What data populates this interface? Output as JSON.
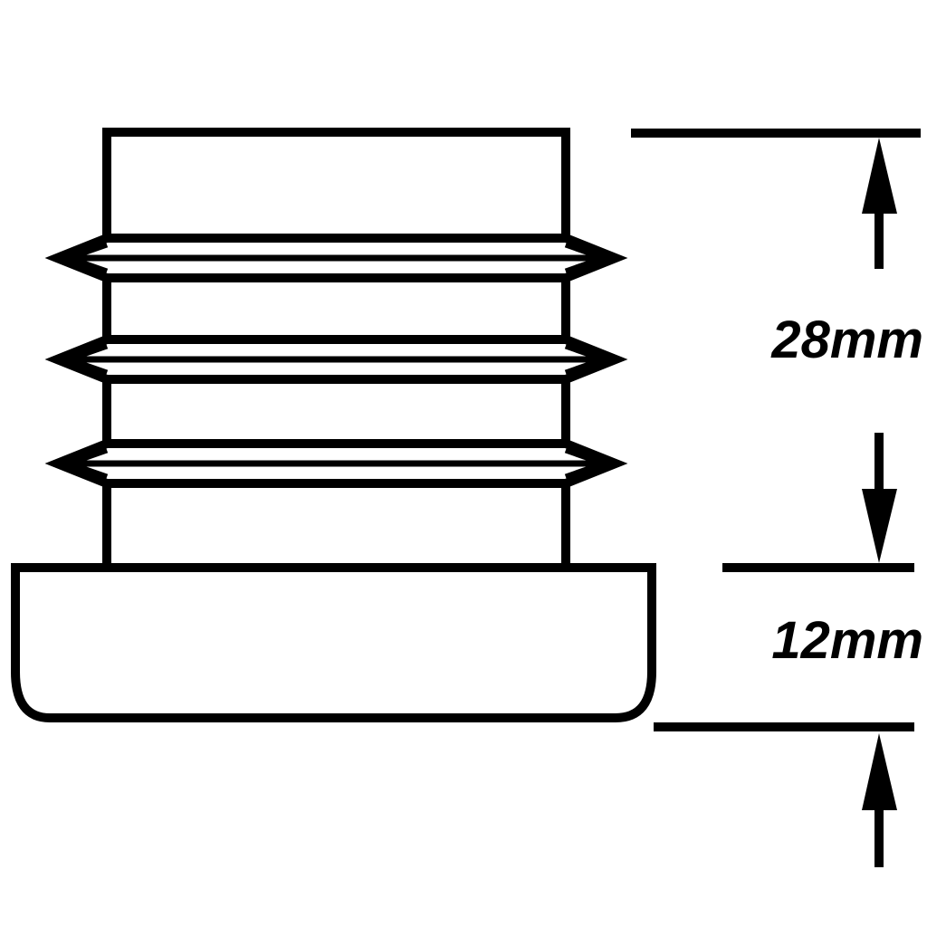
{
  "dimensions": {
    "insert_height": "28mm",
    "cap_height": "12mm"
  },
  "colors": {
    "stroke": "#000000",
    "background": "#ffffff"
  },
  "rib_count": 3
}
